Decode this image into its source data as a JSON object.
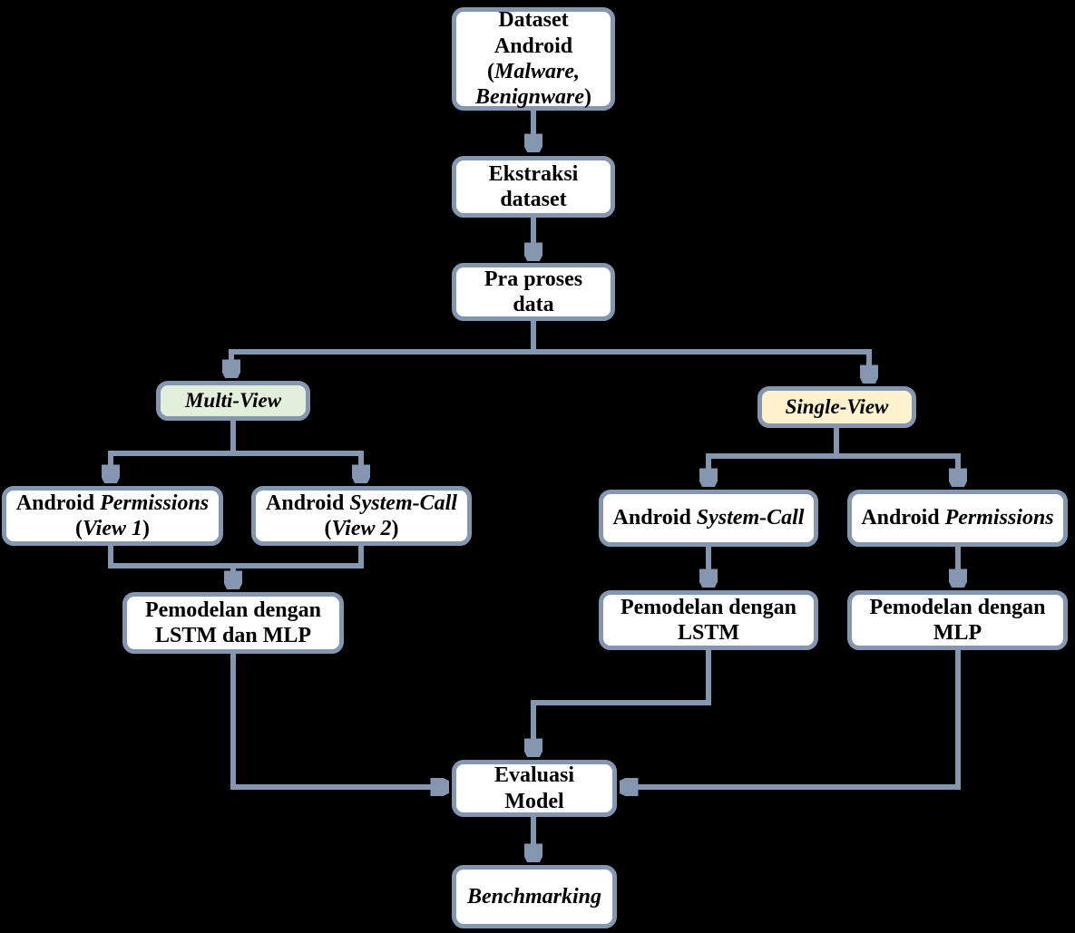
{
  "colors": {
    "background": "#000000",
    "connector": "#8496b0",
    "box_border": "#8496b0",
    "box_fill": "#ffffff",
    "multi_view_fill": "#e2efda",
    "single_view_fill": "#fff2cc",
    "text": "#000000"
  },
  "nodes": {
    "dataset": {
      "l1": "Dataset",
      "l2": "Android",
      "l3a": "(",
      "l3b": "Malware,",
      "l4a": "Benignware",
      "l4b": ")"
    },
    "ekstraksi": {
      "l1": "Ekstraksi",
      "l2": "dataset"
    },
    "pra_proses": {
      "l1": "Pra proses",
      "l2": "data"
    },
    "multi_view": {
      "l1": "Multi-View"
    },
    "single_view": {
      "l1": "Single-View"
    },
    "android_permissions_view1": {
      "l1a": "Android ",
      "l1b": "Permissions",
      "l2a": "(",
      "l2b": "View 1",
      "l2c": ")"
    },
    "android_system_call_view2": {
      "l1a": "Android ",
      "l1b": "System-Call",
      "l2a": "(",
      "l2b": "View 2",
      "l2c": ")"
    },
    "pemodelan_lstm_mlp": {
      "l1": "Pemodelan dengan",
      "l2": "LSTM dan MLP"
    },
    "android_system_call": {
      "l1a": "Android ",
      "l1b": "System-Call"
    },
    "android_permissions": {
      "l1a": "Android ",
      "l1b": "Permissions"
    },
    "pemodelan_lstm": {
      "l1": "Pemodelan dengan",
      "l2": "LSTM"
    },
    "pemodelan_mlp": {
      "l1": "Pemodelan dengan",
      "l2": "MLP"
    },
    "evaluasi_model": {
      "l1": "Evaluasi",
      "l2": "Model"
    },
    "benchmarking": {
      "l1": "Benchmarking"
    }
  }
}
